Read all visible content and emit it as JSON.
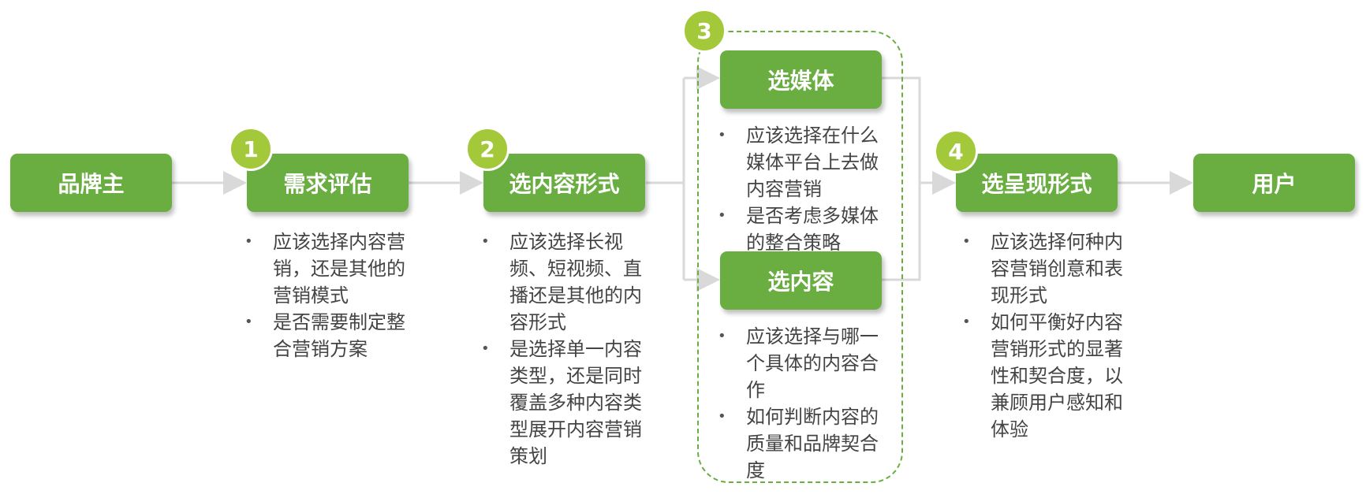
{
  "nodes": {
    "brand": "品牌主",
    "step1": {
      "badge": "1",
      "title": "需求评估",
      "notes": [
        "应该选择内容营销，还是其他的营销模式",
        "是否需要制定整合营销方案"
      ]
    },
    "step2": {
      "badge": "2",
      "title": "选内容形式",
      "notes": [
        "应该选择长视频、短视频、直播还是其他的内容形式",
        "是选择单一内容类型，还是同时覆盖多种内容类型展开内容营销策划"
      ]
    },
    "step3": {
      "badge": "3",
      "media": {
        "title": "选媒体",
        "notes": [
          "应该选择在什么媒体平台上去做内容营销",
          "是否考虑多媒体的整合策略"
        ]
      },
      "content": {
        "title": "选内容",
        "notes": [
          "应该选择与哪一个具体的内容合作",
          "如何判断内容的质量和品牌契合度"
        ]
      }
    },
    "step4": {
      "badge": "4",
      "title": "选呈现形式",
      "notes": [
        "应该选择何种内容营销创意和表现形式",
        "如何平衡好内容营销形式的显著性和契合度，以兼顾用户感知和体验"
      ]
    },
    "user": "用户"
  },
  "colors": {
    "box": "#6aae42",
    "badge": "#a3c83a",
    "connector": "#d9d9d9"
  }
}
